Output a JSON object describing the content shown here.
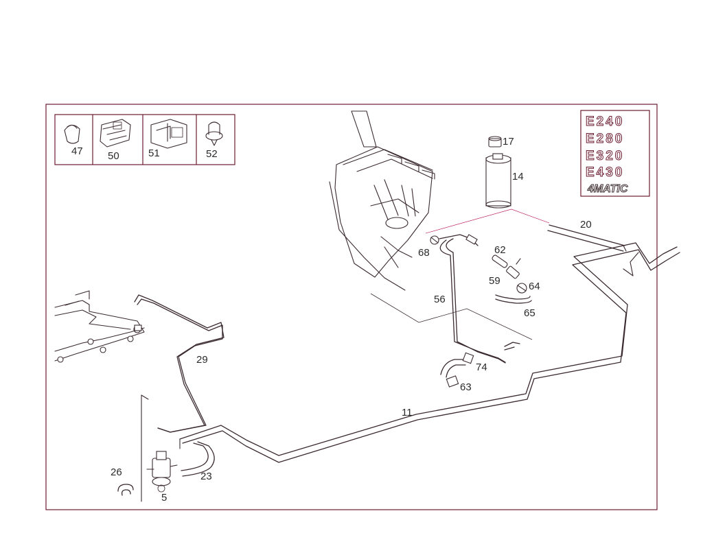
{
  "insets": [
    {
      "label": "47"
    },
    {
      "label": "50"
    },
    {
      "label": "51"
    },
    {
      "label": "52"
    }
  ],
  "models": [
    "E240",
    "E280",
    "E320",
    "E430"
  ],
  "drive": "4MATIC",
  "callouts": {
    "c17": "17",
    "c14": "14",
    "c20": "20",
    "c62": "62",
    "c68": "68",
    "c59": "59",
    "c64": "64",
    "c56": "56",
    "c65": "65",
    "c29": "29",
    "c74": "74",
    "c63": "63",
    "c11": "11",
    "c26": "26",
    "c23": "23",
    "c5": "5"
  },
  "colors": {
    "frame": "#6b1a2e",
    "leader": "#b3004a",
    "ink": "#3a2a2e"
  }
}
